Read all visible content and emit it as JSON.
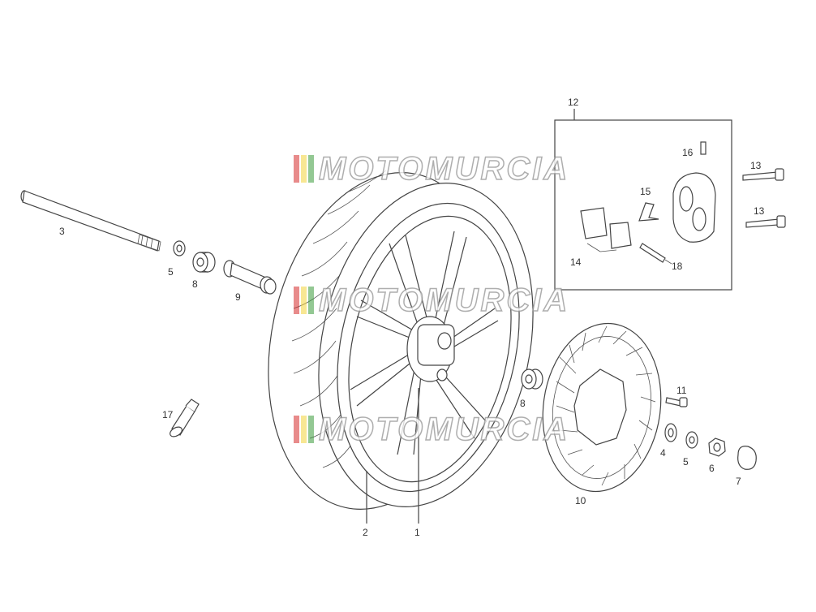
{
  "watermark": {
    "text": "MOTOMURCIA",
    "bar_colors": [
      "#d62b2b",
      "#f2d33a",
      "#3a9b3a"
    ]
  },
  "callouts": [
    {
      "id": "1",
      "label": "1"
    },
    {
      "id": "2",
      "label": "2"
    },
    {
      "id": "3",
      "label": "3"
    },
    {
      "id": "4",
      "label": "4"
    },
    {
      "id": "5a",
      "label": "5"
    },
    {
      "id": "5b",
      "label": "5"
    },
    {
      "id": "6",
      "label": "6"
    },
    {
      "id": "7",
      "label": "7"
    },
    {
      "id": "8a",
      "label": "8"
    },
    {
      "id": "8b",
      "label": "8"
    },
    {
      "id": "9",
      "label": "9"
    },
    {
      "id": "10",
      "label": "10"
    },
    {
      "id": "11",
      "label": "11"
    },
    {
      "id": "12",
      "label": "12"
    },
    {
      "id": "13a",
      "label": "13"
    },
    {
      "id": "13b",
      "label": "13"
    },
    {
      "id": "14",
      "label": "14"
    },
    {
      "id": "15",
      "label": "15"
    },
    {
      "id": "16",
      "label": "16"
    },
    {
      "id": "17",
      "label": "17"
    },
    {
      "id": "18",
      "label": "18"
    }
  ]
}
